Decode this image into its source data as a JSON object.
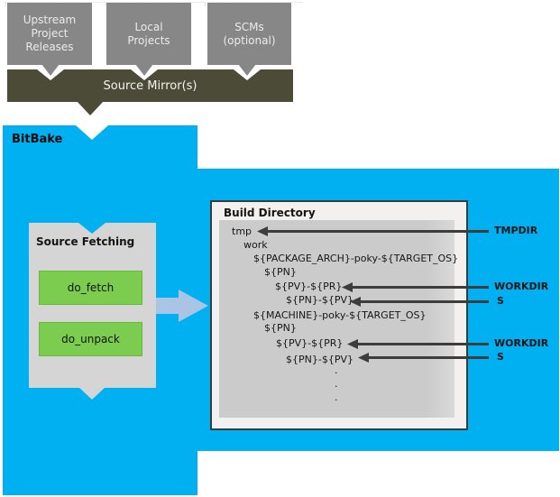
{
  "upstream_flow": {
    "boxes": [
      {
        "label": "Upstream\nProject\nReleases"
      },
      {
        "label": "Local\nProjects"
      },
      {
        "label": "SCMs\n(optional)"
      }
    ],
    "mirror_label": "Source Mirror(s)"
  },
  "bitbake": {
    "label": "BitBake",
    "source_fetching": {
      "title": "Source Fetching",
      "tasks": [
        "do_fetch",
        "do_unpack"
      ]
    },
    "build_directory": {
      "title": "Build Directory",
      "tree": [
        "tmp",
        "work",
        "${PACKAGE_ARCH}-poky-${TARGET_OS}",
        "${PN}",
        "${PV}-${PR}",
        "${PN}-${PV}",
        "${MACHINE}-poky-${TARGET_OS}",
        "${PN}",
        "${PV}-${PR}",
        "${PN}-${PV}",
        ".",
        ".",
        "."
      ]
    },
    "annotations": [
      "TMPDIR",
      "WORKDIR",
      "S",
      "WORKDIR",
      "S"
    ]
  },
  "colors": {
    "blue": "#00b0f0",
    "dark_olive": "#4b4b38",
    "box_gray": "#878787",
    "panel_gray": "#cbcbcb",
    "task_green": "#7ccd4f",
    "steel_arrow": "#a9c4e4",
    "dark_arrow": "#3d3d3d"
  }
}
